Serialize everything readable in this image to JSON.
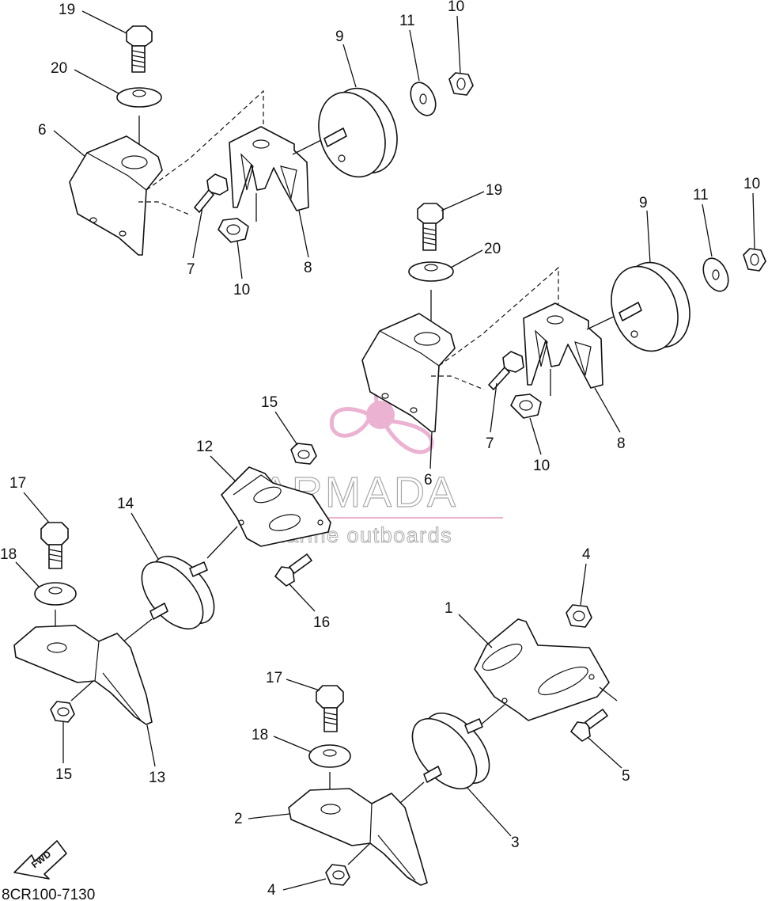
{
  "diagram": {
    "code": "8CR100-7130",
    "fwd_label": "FWD",
    "callouts": {
      "c19a": "19",
      "c20a": "20",
      "c6a": "6",
      "c7a": "7",
      "c10a": "10",
      "c8a": "8",
      "c9a": "9",
      "c11a": "11",
      "c10b": "10",
      "c19b": "19",
      "c20b": "20",
      "c9b": "9",
      "c11b": "11",
      "c10c": "10",
      "c7b": "7",
      "c10d": "10",
      "c8b": "8",
      "c6b": "6",
      "c15a": "15",
      "c12": "12",
      "c17a": "17",
      "c14": "14",
      "c18a": "18",
      "c16": "16",
      "c15b": "15",
      "c13": "13",
      "c4a": "4",
      "c1": "1",
      "c17b": "17",
      "c18b": "18",
      "c5": "5",
      "c2": "2",
      "c3": "3",
      "c4b": "4"
    }
  },
  "watermark": {
    "brand": "ARMADA",
    "tagline": "marine outboards",
    "color": "#e8a6c9"
  }
}
